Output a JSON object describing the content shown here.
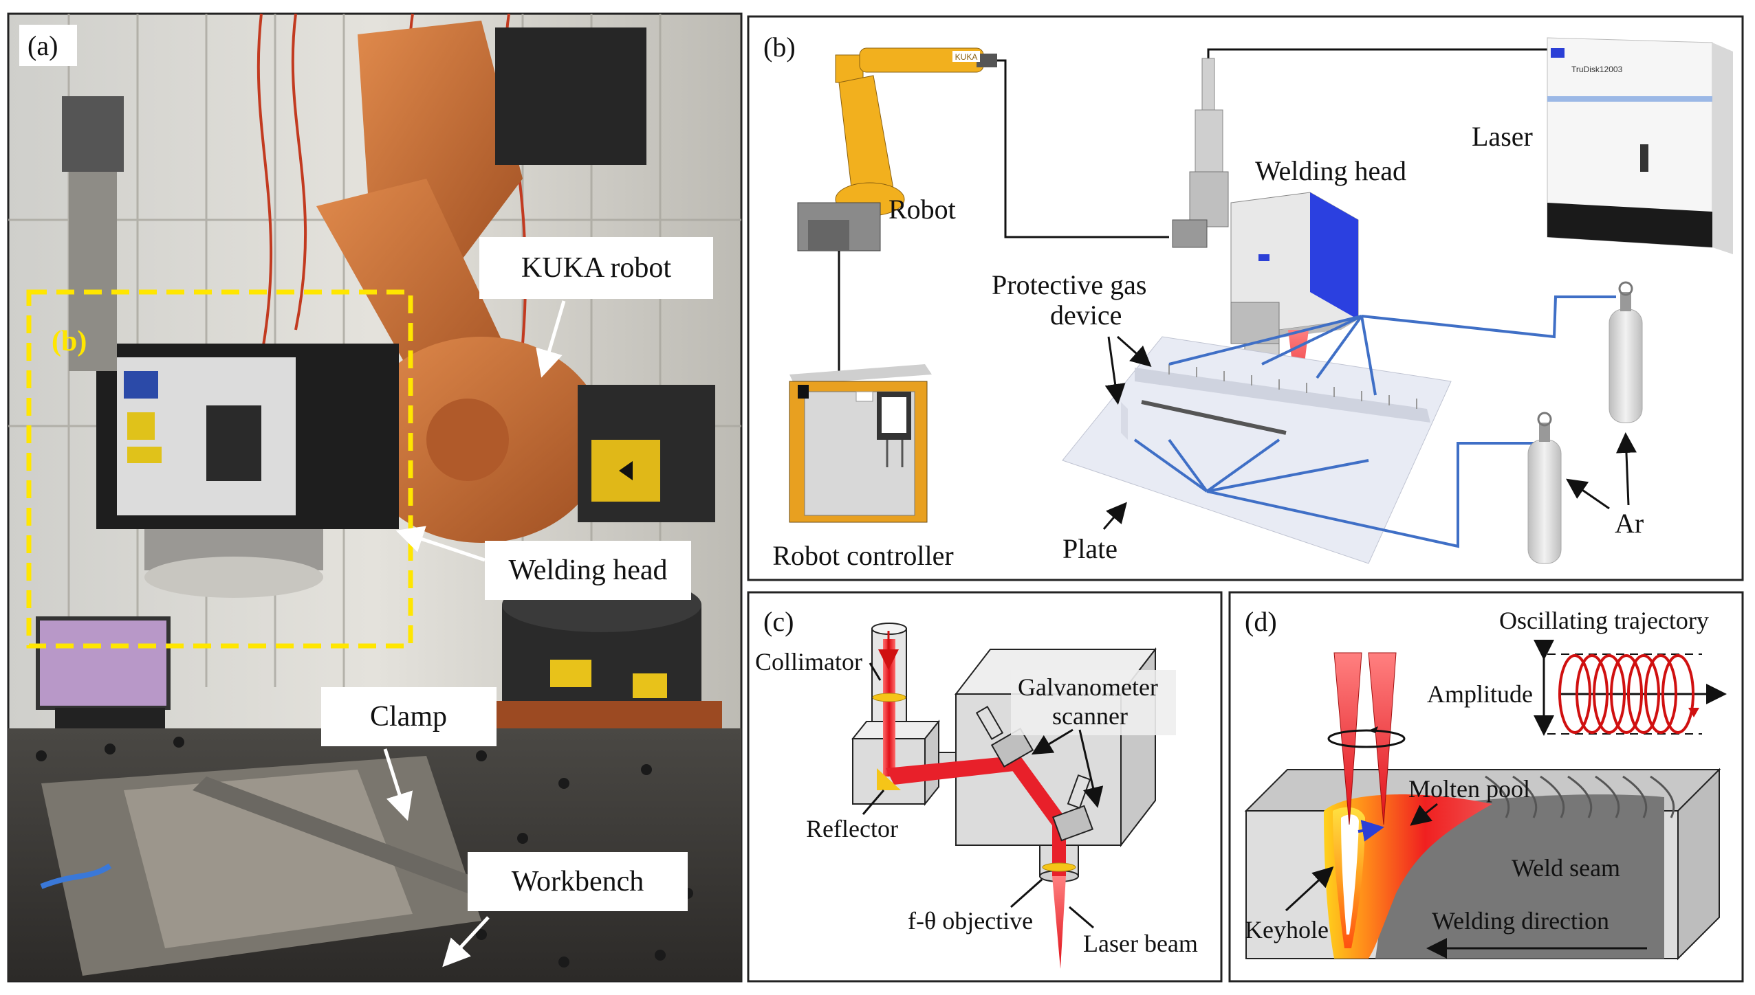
{
  "panels": {
    "a": {
      "tag": "(a)",
      "inset_tag": "(b)",
      "labels": {
        "kuka_robot": "KUKA robot",
        "welding_head": "Welding head",
        "clamp": "Clamp",
        "workbench": "Workbench"
      }
    },
    "b": {
      "tag": "(b)",
      "labels": {
        "robot": "Robot",
        "welding_head": "Welding head",
        "laser": "Laser",
        "protective_gas_1": "Protective gas",
        "protective_gas_2": "device",
        "robot_controller": "Robot controller",
        "plate": "Plate",
        "ar": "Ar",
        "laser_model": "TruDisk12003",
        "kuka": "KUKA"
      }
    },
    "c": {
      "tag": "(c)",
      "labels": {
        "collimator": "Collimator",
        "galvo_1": "Galvanometer",
        "galvo_2": "scanner",
        "reflector": "Reflector",
        "objective": "f-θ objective",
        "laser_beam": "Laser beam"
      }
    },
    "d": {
      "tag": "(d)",
      "labels": {
        "oscillating": "Oscillating trajectory",
        "amplitude": "Amplitude",
        "molten_pool": "Molten pool",
        "weld_seam": "Weld seam",
        "keyhole": "Keyhole",
        "welding_direction": "Welding direction"
      }
    }
  },
  "colors": {
    "robot_orange": "#c8703a",
    "kuka_yellow": "#f2b01e",
    "laser_red": "#e8202a",
    "gas_blue": "#3f6fc6",
    "dashed_yellow": "#ffe600",
    "grey_block": "#dcdcdc"
  }
}
